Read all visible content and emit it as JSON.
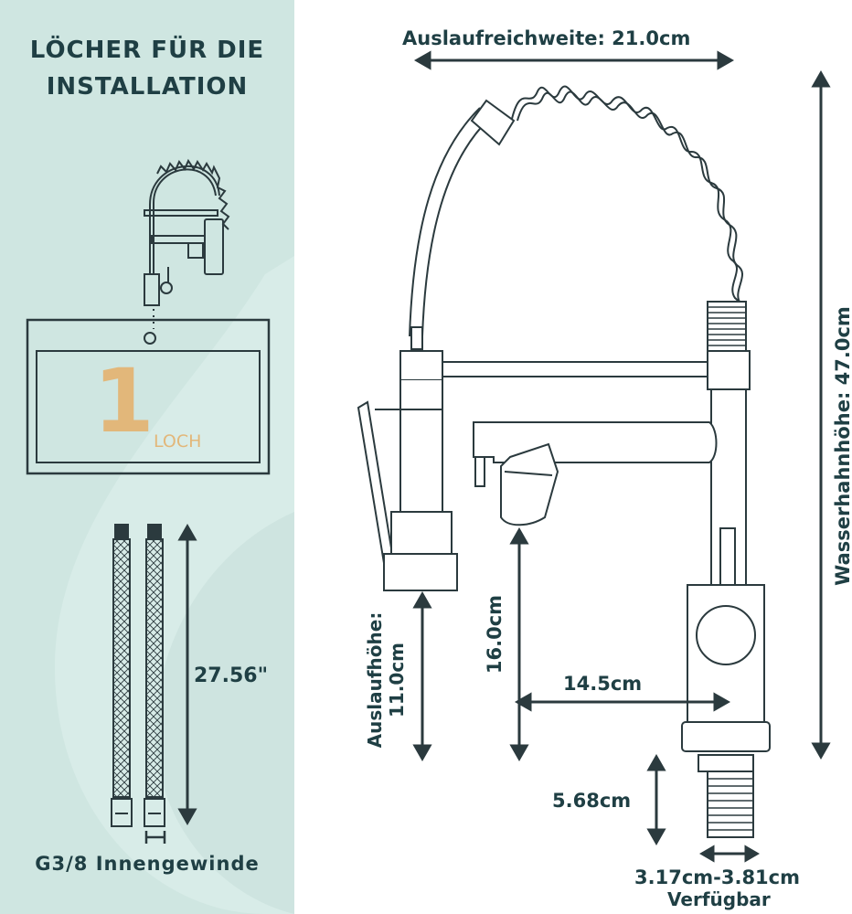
{
  "left": {
    "title_line1": "LÖCHER FÜR DIE",
    "title_line2": "INSTALLATION",
    "hole_count": "1",
    "hole_unit": "LOCH",
    "hose_length": "27.56\"",
    "thread_label": "G3/8 Innengewinde"
  },
  "dimensions": {
    "reach": "Auslaufreichweite: 21.0cm",
    "total_height": "Wasserhahnhöhe: 47.0cm",
    "spout_height_label": "Auslaufhöhe:",
    "spout_height_value": "11.0cm",
    "sprayer_height": "16.0cm",
    "base_reach": "14.5cm",
    "shank_length": "5.68cm",
    "hole_diameter": "3.17cm-3.81cm",
    "hole_note": "Verfügbar"
  },
  "colors": {
    "panel": "#cfe6e1",
    "text": "#1f3f44",
    "accent": "#e2b77a",
    "line": "#2b3a3e"
  }
}
